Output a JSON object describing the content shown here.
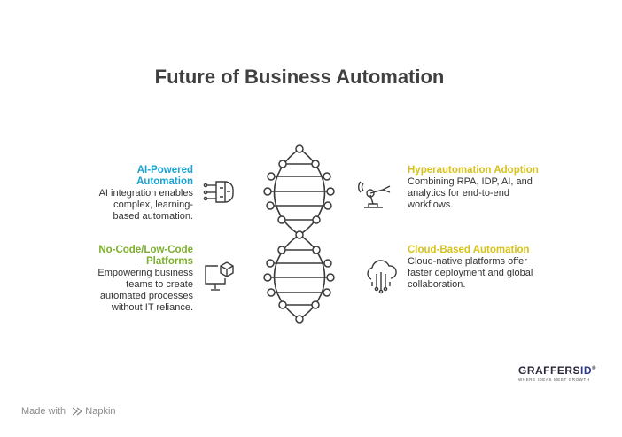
{
  "title": "Future of Business Automation",
  "items": [
    {
      "heading": "AI-Powered Automation",
      "body": "AI integration enables complex, learning-based automation.",
      "color": "#1aa3d1",
      "icon": "brain-chip-icon"
    },
    {
      "heading": "No-Code/Low-Code Platforms",
      "body": "Empowering business teams to create automated processes without IT reliance.",
      "color": "#7cae2f",
      "icon": "monitor-cube-icon"
    },
    {
      "heading": "Hyperautomation Adoption",
      "body": "Combining RPA, IDP, AI, and analytics for end-to-end workflows.",
      "color": "#d6c21a",
      "icon": "robot-arm-icon"
    },
    {
      "heading": "Cloud-Based Automation",
      "body": "Cloud-native platforms offer faster deployment and global collaboration.",
      "color": "#d6c21a",
      "icon": "cloud-network-icon"
    }
  ],
  "footer": {
    "made_with": "Made with",
    "brand": "Napkin"
  },
  "logo": {
    "main_a": "GRAFFERS",
    "main_b": "ID",
    "mark": "®",
    "tagline": "WHERE IDEAS MEET GROWTH"
  },
  "colors": {
    "title": "#404040",
    "dna": "#3a3a3a"
  }
}
